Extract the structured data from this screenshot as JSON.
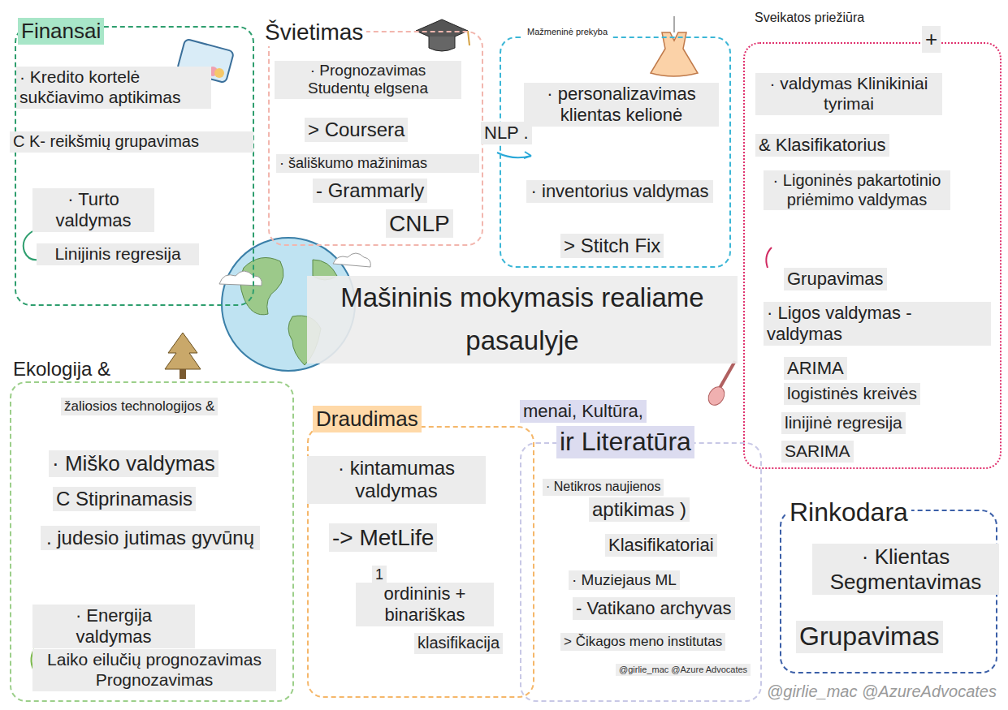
{
  "diagram": {
    "title": "Mašininis mokymasis realiame pasaulyje",
    "nodes": [
      {
        "text": [
          "Finansai",
          "· Kredito kortelė sukčiavimo aptikimas",
          "C K- reikšmių grupavimas",
          "· Turto valdymas",
          "Linijinis regresija"
        ]
      },
      {
        "text": [
          "Švietimas",
          "· Prognozavimas Studentų elgsena",
          "> Coursera",
          "· šališkumo mažinimas",
          "- Grammarly",
          "CNLP"
        ]
      },
      {
        "text": [
          "Mažmeninė prekyba",
          "· personalizavimas klientas kelionė",
          "NLP .",
          "· inventorius valdymas",
          "> Stitch Fix"
        ]
      },
      {
        "text": [
          "Sveikatos priežiūra",
          "+",
          "· valdymas Klinikiniai tyrimai",
          "& Klasifikatorius",
          "· Ligoninės pakartotinio priėmimo valdymas",
          "Grupavimas",
          "· Ligos valdymas - valdymas",
          "ARIMA",
          "logistinės kreivės",
          "linijinė regresija",
          "SARIMA"
        ]
      },
      {
        "text": [
          "Ekologija &",
          "žaliosios technologijos &",
          "· Miško valdymas",
          "C Stiprinamasis",
          ". judesio jutimas gyvūnų",
          "· Energija valdymas",
          "Laiko eilučių prognozavimas Prognozavimas"
        ]
      },
      {
        "text": [
          "Draudimas",
          "· kintamumas valdymas",
          "-> MetLife",
          "1",
          "ordininis + binariškas",
          "klasifikacija"
        ]
      },
      {
        "text": [
          "menai, Kultūra,",
          "ir Literatūra",
          "· Netikros naujienos",
          "aptikimas )",
          "Klasifikatoriai",
          "· Muziejaus ML",
          "- Vatikano archyvas",
          "> Čikagos meno institutas"
        ]
      },
      {
        "text": [
          "Rinkodara",
          "· Klientas Segmentavimas",
          "Grupavimas"
        ]
      }
    ],
    "labels": [
      "@girlie_mac @Azure Advocates",
      "@girlie_mac @AzureAdvocates"
    ]
  }
}
